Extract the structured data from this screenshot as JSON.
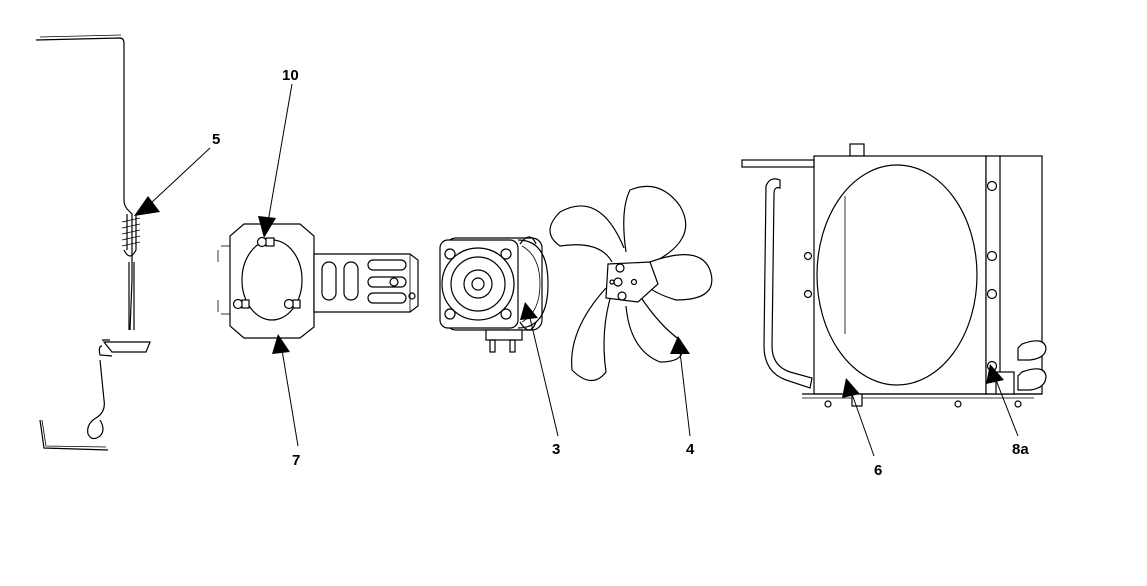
{
  "callouts": {
    "c10": "10",
    "c5": "5",
    "c7": "7",
    "c3": "3",
    "c4": "4",
    "c6": "6",
    "c8a": "8a"
  }
}
